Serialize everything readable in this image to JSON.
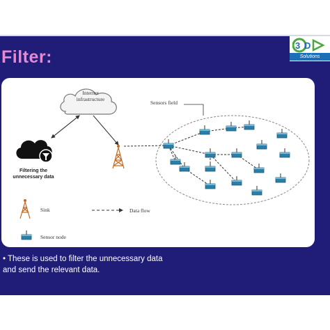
{
  "slide": {
    "title": "Filter:",
    "logo_text": "Solutions",
    "bullet_line1": "• These is used to filter the unnecessary data",
    "bullet_line2": "and send the relevant data."
  },
  "diagram": {
    "internet_label_line1": "Internet",
    "internet_label_line2": "infrastructure",
    "filter_label_line1": "Filtering the",
    "filter_label_line2": "unnecessary data",
    "sensors_field_label": "Sensors field",
    "legend_sink": "Sink",
    "legend_data_flow": "Data flow",
    "legend_sensor_node": "Sensor node"
  },
  "colors": {
    "slide_bg": "#1f1d78",
    "title": "#e58ad0",
    "sensor_node": "#2a7fa8",
    "tower": "#c46a1e"
  }
}
